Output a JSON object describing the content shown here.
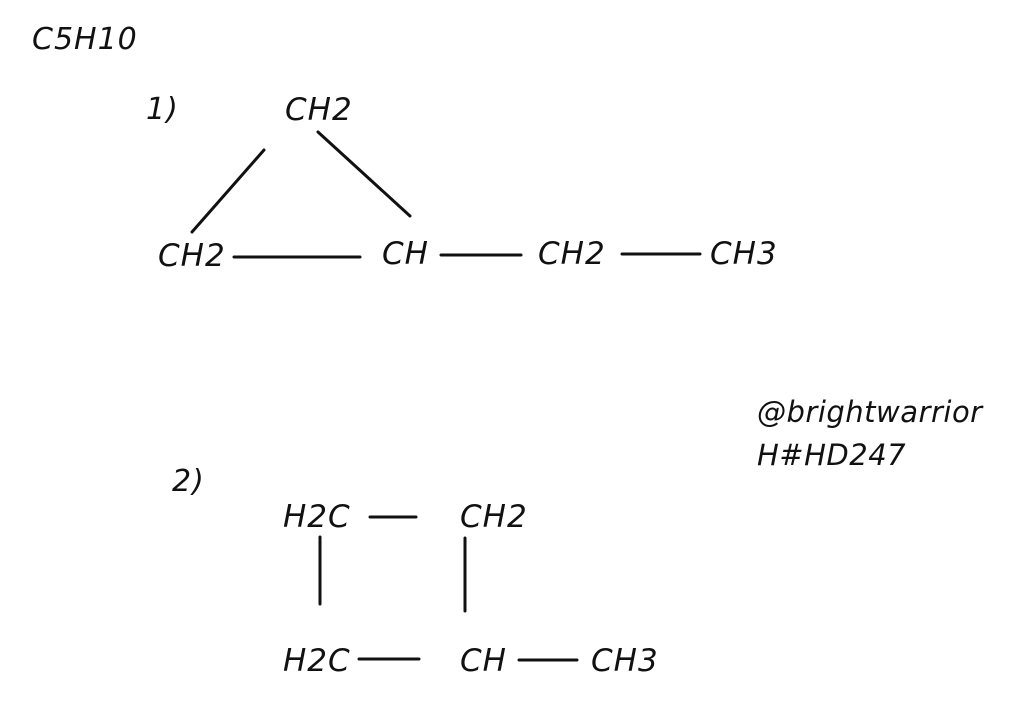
{
  "formula": "C5H10",
  "structures": [
    {
      "number": "1)",
      "atoms": {
        "top": "CH2",
        "left": "CH2",
        "ring_ch": "CH",
        "chain_ch2": "CH2",
        "chain_ch3": "CH3"
      }
    },
    {
      "number": "2)",
      "atoms": {
        "top_left": "H2C",
        "top_right": "CH2",
        "bottom_left": "H2C",
        "bottom_right": "CH",
        "chain_ch3": "CH3"
      }
    }
  ],
  "credit": {
    "handle": "@brightwarrior",
    "tag": "H#HD247"
  }
}
